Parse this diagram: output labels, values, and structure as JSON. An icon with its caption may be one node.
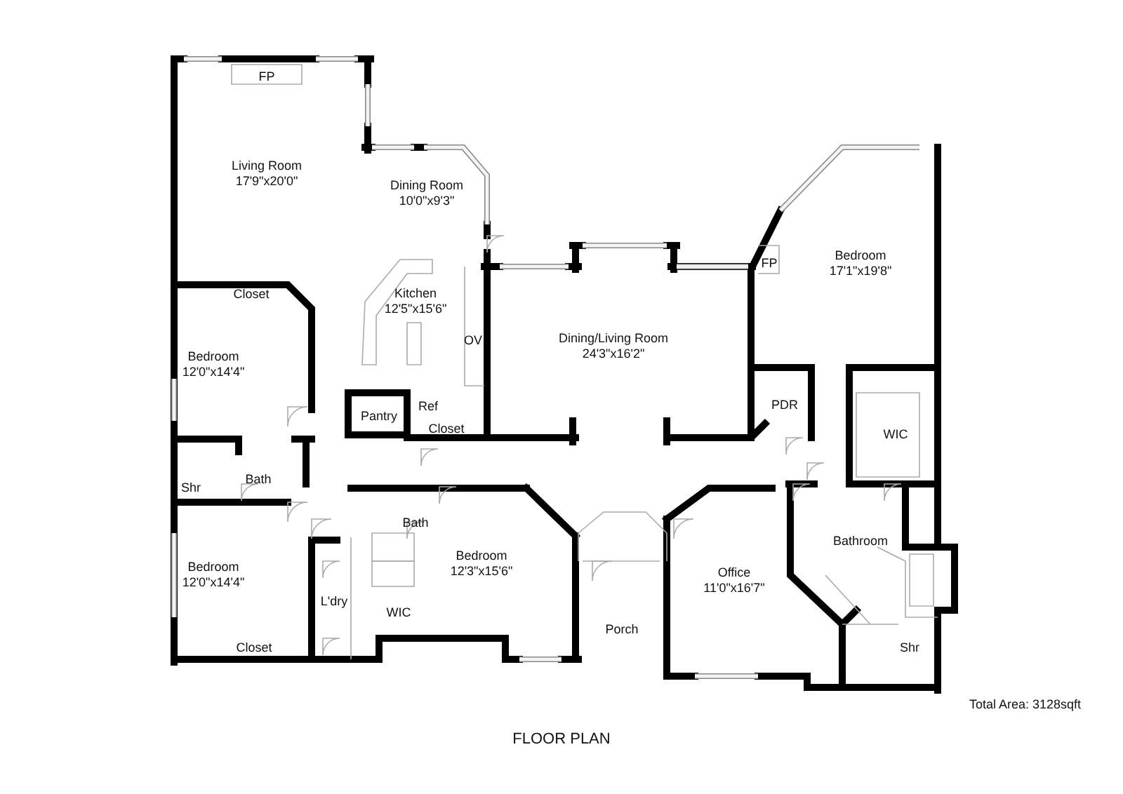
{
  "diagram": {
    "caption": "FLOOR PLAN",
    "nodes": [
      {
        "text": [
          "FP"
        ]
      },
      {
        "text": [
          "Living Room",
          "17'9\"x20'0\""
        ]
      },
      {
        "text": [
          "Dining Room",
          "10'0\"x9'3\""
        ]
      },
      {
        "text": [
          "FP"
        ]
      },
      {
        "text": [
          "Bedroom",
          "17'1\"x19'8\""
        ]
      },
      {
        "text": [
          "Closet"
        ]
      },
      {
        "text": [
          "Kitchen",
          "12'5\"x15'6\""
        ]
      },
      {
        "text": [
          "OV"
        ]
      },
      {
        "text": [
          "Dining/Living Room",
          "24'3\"x16'2\""
        ]
      },
      {
        "text": [
          "Bedroom",
          "12'0\"x14'4\""
        ]
      },
      {
        "text": [
          "PDR"
        ]
      },
      {
        "text": [
          "Pantry"
        ]
      },
      {
        "text": [
          "Ref"
        ]
      },
      {
        "text": [
          "Closet"
        ]
      },
      {
        "text": [
          "WIC"
        ]
      },
      {
        "text": [
          "Shr"
        ]
      },
      {
        "text": [
          "Bath"
        ]
      },
      {
        "text": [
          "Bath"
        ]
      },
      {
        "text": [
          "Bathroom"
        ]
      },
      {
        "text": [
          "Bedroom",
          "12'0\"x14'4\""
        ]
      },
      {
        "text": [
          "Bedroom",
          "12'3\"x15'6\""
        ]
      },
      {
        "text": [
          "Office",
          "11'0\"x16'7\""
        ]
      },
      {
        "text": [
          "L'dry"
        ]
      },
      {
        "text": [
          "WIC"
        ]
      },
      {
        "text": [
          "Porch"
        ]
      },
      {
        "text": [
          "Closet"
        ]
      },
      {
        "text": [
          "Shr"
        ]
      }
    ],
    "labels": [
      "Total Area: 3128sqft"
    ]
  }
}
